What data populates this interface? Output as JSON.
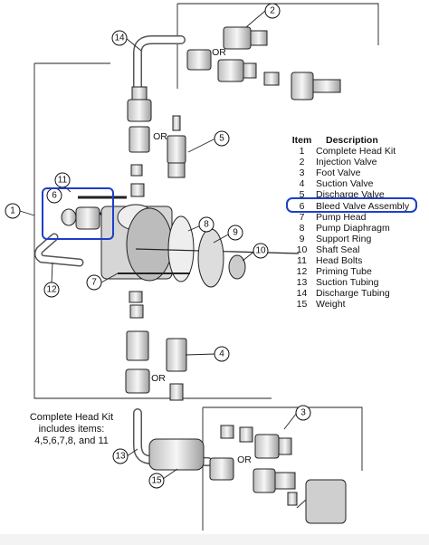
{
  "legend": {
    "header_item": "Item",
    "header_description": "Description",
    "rows": [
      {
        "item": "1",
        "description": "Complete Head Kit"
      },
      {
        "item": "2",
        "description": "Injection Valve"
      },
      {
        "item": "3",
        "description": "Foot Valve"
      },
      {
        "item": "4",
        "description": "Suction Valve"
      },
      {
        "item": "5",
        "description": "Discharge Valve"
      },
      {
        "item": "6",
        "description": "Bleed Valve Assembly"
      },
      {
        "item": "7",
        "description": "Pump Head"
      },
      {
        "item": "8",
        "description": "Pump Diaphragm"
      },
      {
        "item": "9",
        "description": "Support Ring"
      },
      {
        "item": "10",
        "description": "Shaft Seal"
      },
      {
        "item": "11",
        "description": "Head Bolts"
      },
      {
        "item": "12",
        "description": "Priming Tube"
      },
      {
        "item": "13",
        "description": "Suction Tubing"
      },
      {
        "item": "14",
        "description": "Discharge Tubing"
      },
      {
        "item": "15",
        "description": "Weight"
      }
    ]
  },
  "kit_note": {
    "line1": "Complete Head Kit",
    "line2": "includes items:",
    "line3": "4,5,6,7,8, and 11"
  },
  "or_label": "OR",
  "callouts": {
    "c1": "1",
    "c2": "2",
    "c3": "3",
    "c4": "4",
    "c5": "5",
    "c6": "6",
    "c7": "7",
    "c8": "8",
    "c9": "9",
    "c10": "10",
    "c11": "11",
    "c12": "12",
    "c13": "13",
    "c14": "14",
    "c15": "15"
  },
  "colors": {
    "highlight": "#1d3fc9",
    "line": "#222222",
    "part_fill": "#e6e6e6"
  }
}
